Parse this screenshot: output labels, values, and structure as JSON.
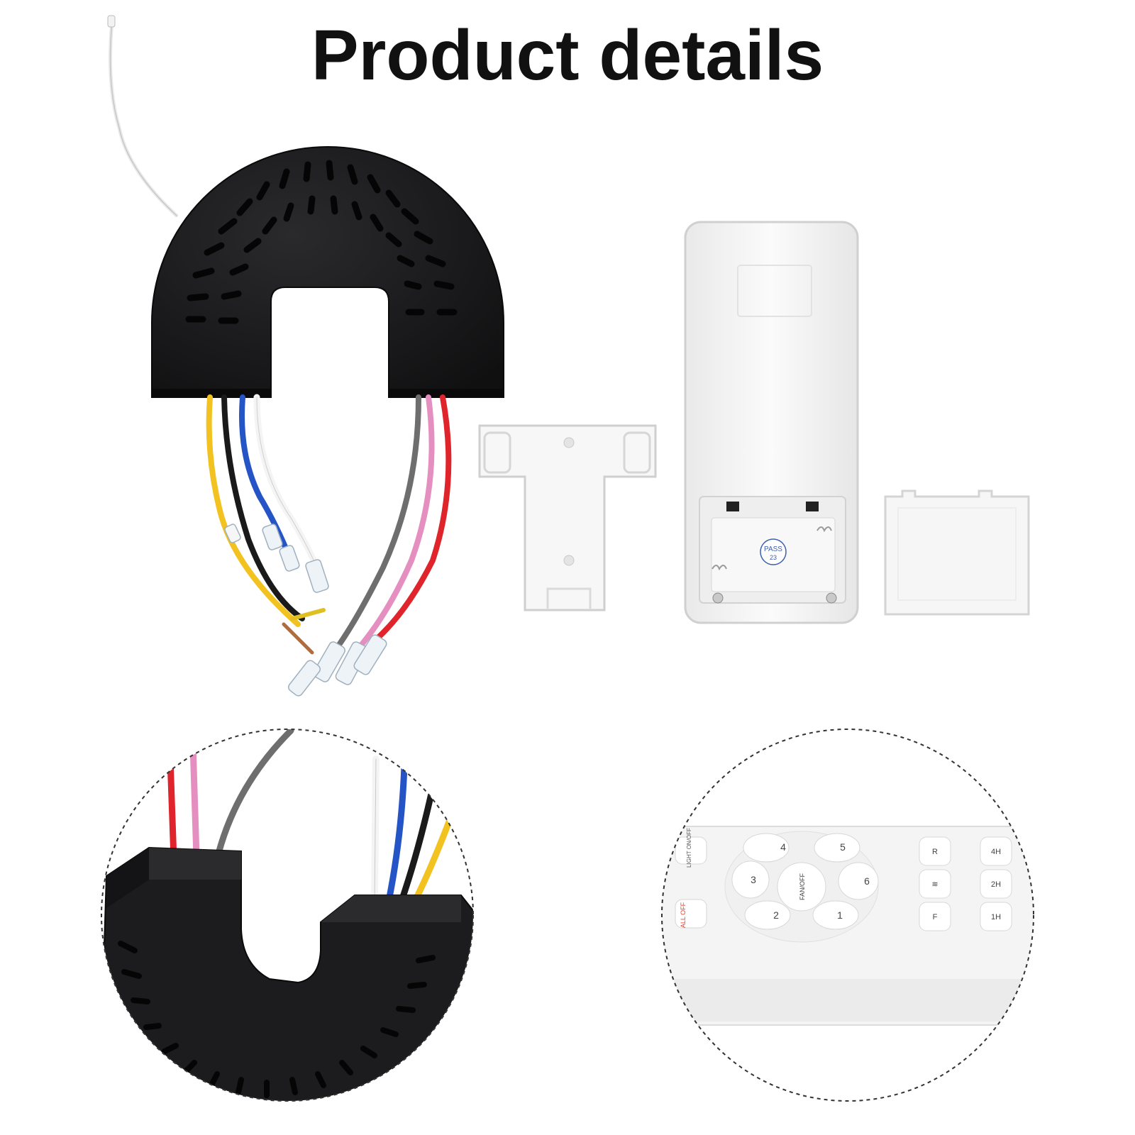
{
  "title": "Product details",
  "photo": {
    "battery_sticker": "PASS",
    "battery_sticker_sub": "23"
  },
  "remote_buttons": {
    "light": "LIGHT ON/OFF",
    "all_off": "ALL OFF",
    "fan_off": "FAN/OFF",
    "speed_1": "1",
    "speed_2": "2",
    "speed_3": "3",
    "speed_4": "4",
    "speed_5": "5",
    "speed_6": "6",
    "reverse": "R",
    "breeze": "≋",
    "fan_f": "F",
    "timer_4h": "4H",
    "timer_2h": "2H",
    "timer_1h": "1H"
  },
  "colors": {
    "wire_yellow": "#f2c320",
    "wire_black": "#1a1a1a",
    "wire_blue": "#2554c7",
    "wire_white": "#f4f4f4",
    "wire_gray": "#6e6e6e",
    "wire_pink": "#e58fc1",
    "wire_red": "#e0242c",
    "receiver_body": "#1b1b1d",
    "remote_body": "#f5f5f5"
  }
}
